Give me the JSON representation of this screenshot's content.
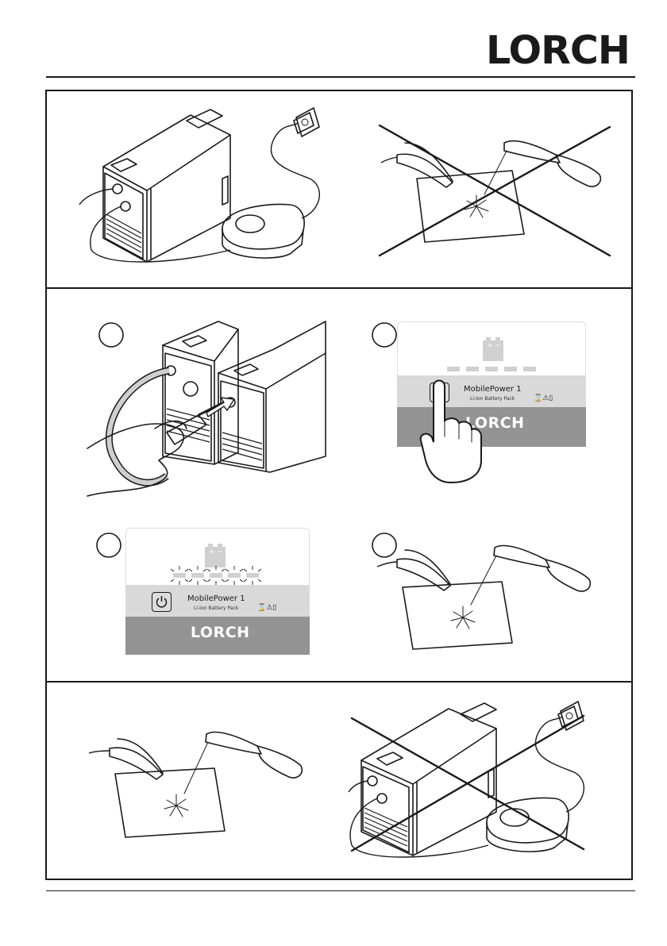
{
  "header": {
    "brand": "LORCH"
  },
  "panels": {
    "step2": {
      "model": "MobilePower 1",
      "subtitle": "Li-Ion Battery Pack",
      "symbols": "⌛⚠▯",
      "brand": "LORCH"
    },
    "step3": {
      "model": "MobilePower 1",
      "subtitle": "Li-Ion Battery Pack",
      "symbols": "⌛⚠▯",
      "brand": "LORCH"
    }
  },
  "icons": {
    "power": "power-icon",
    "battery": "battery-icon",
    "forbidden": "cross-out-icon"
  },
  "colors": {
    "panel_mid": "#d9d9d9",
    "panel_low": "#939393",
    "ink": "#1a1a1a"
  }
}
